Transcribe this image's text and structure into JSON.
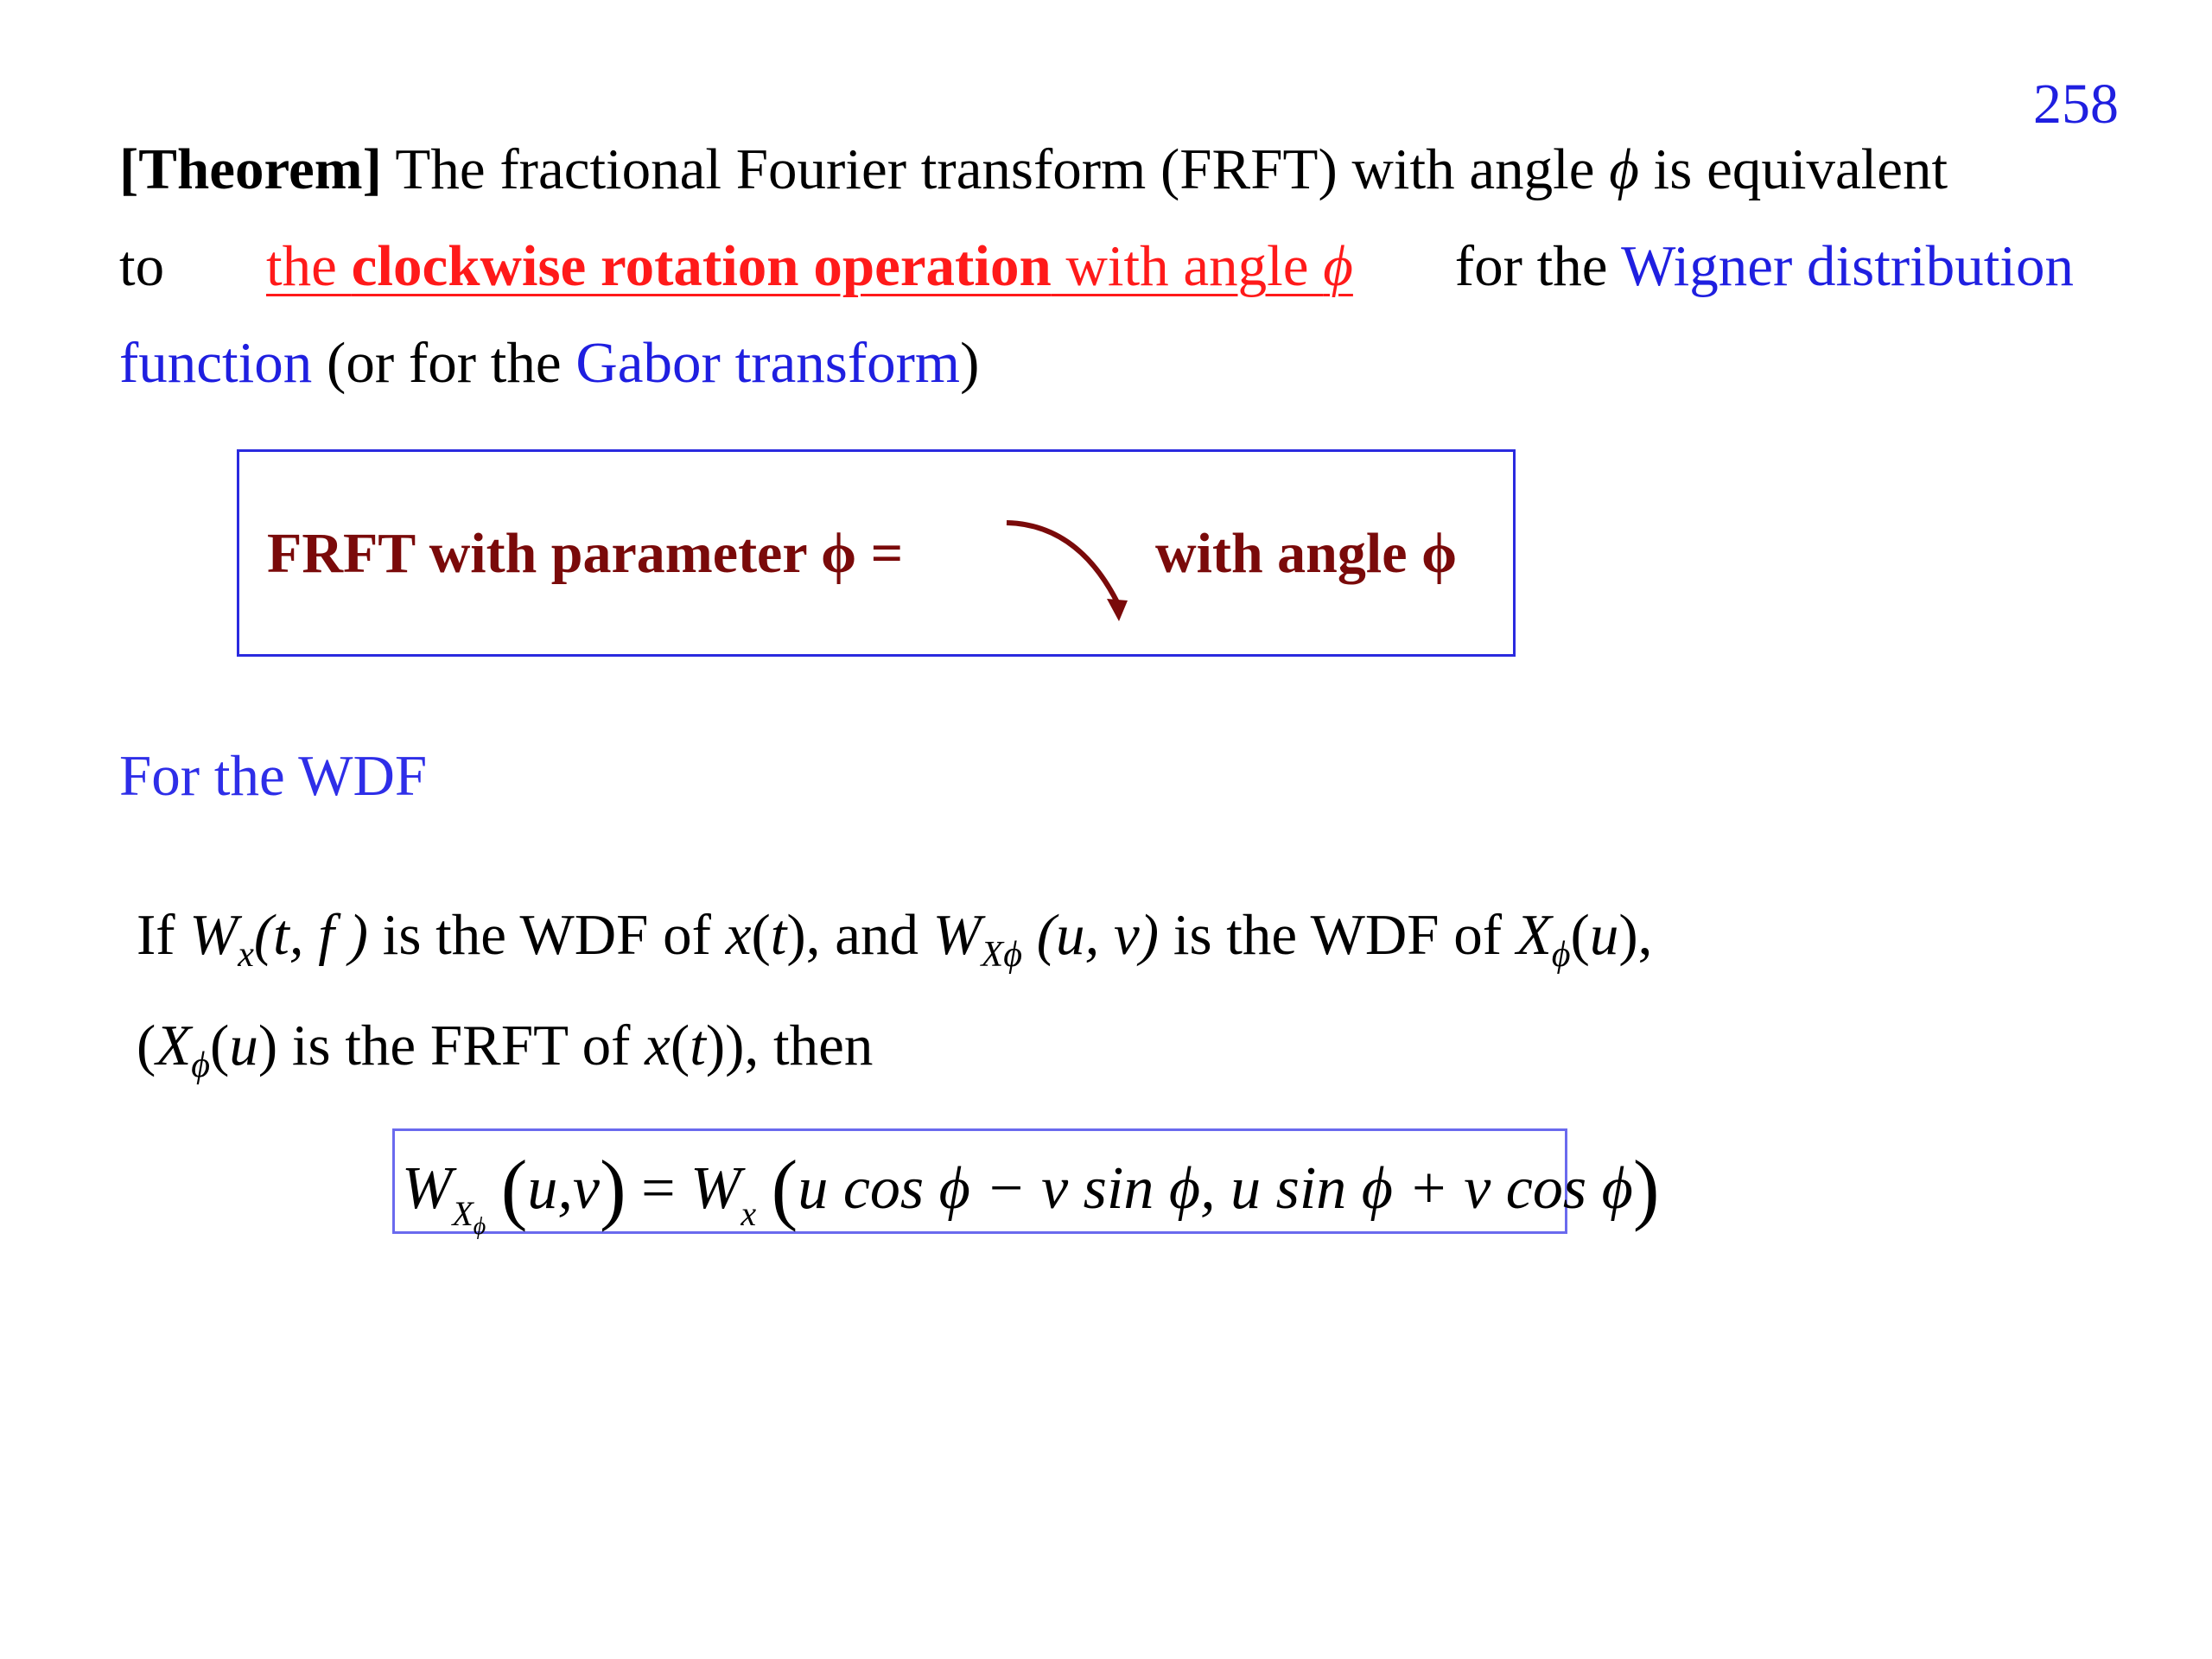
{
  "page_number": "258",
  "theorem": {
    "label": "[Theorem]",
    "line1_text": " The fractional Fourier transform (FRFT) with angle ",
    "phi": "ϕ",
    "line1_end": " is equivalent",
    "line2_to": "to",
    "line2_red_the": "the ",
    "line2_red_bold": "clockwise rotation operation",
    "line2_red_with": " with angle ",
    "line2_red_phi": "ϕ",
    "line2_for": "for the ",
    "line2_blue": "Wigner distribution",
    "line3_blue1": "function",
    "line3_mid": " (or for the ",
    "line3_blue2": "Gabor transform",
    "line3_end": ")"
  },
  "frft_box": {
    "left_text": "FRFT with parameter ϕ =",
    "right_text": "with angle ϕ",
    "arrow_color": "#7a0a0a"
  },
  "section": {
    "heading": "For the WDF"
  },
  "paragraph": {
    "if": "If ",
    "W": "W",
    "sub_x": "x",
    "tf": "(t, f )",
    "mid1": " is the WDF of ",
    "xt": "x",
    "t": "t",
    "mid2": ", and ",
    "sub_Xphi": "Xϕ",
    "uv": "(u, v)",
    "mid3": " is the WDF of ",
    "X": "X",
    "sub_phi": "ϕ",
    "u": "u",
    "line2_end": " is the FRFT of ",
    "then": ")), then"
  },
  "formula": {
    "lhs_W": "W",
    "lhs_sub_X": "X",
    "lhs_sub_phi": "ϕ",
    "lhs_args": "u,v",
    "equals": " = ",
    "rhs_W": "W",
    "rhs_sub": "x",
    "rhs_args": "u cos ϕ − v sin ϕ, u sin ϕ + v cos ϕ"
  },
  "colors": {
    "blue_text": "#1f1fe0",
    "red_text": "#ff1a1a",
    "dark_red": "#7a0a0a",
    "box_border": "#2a2adf"
  }
}
